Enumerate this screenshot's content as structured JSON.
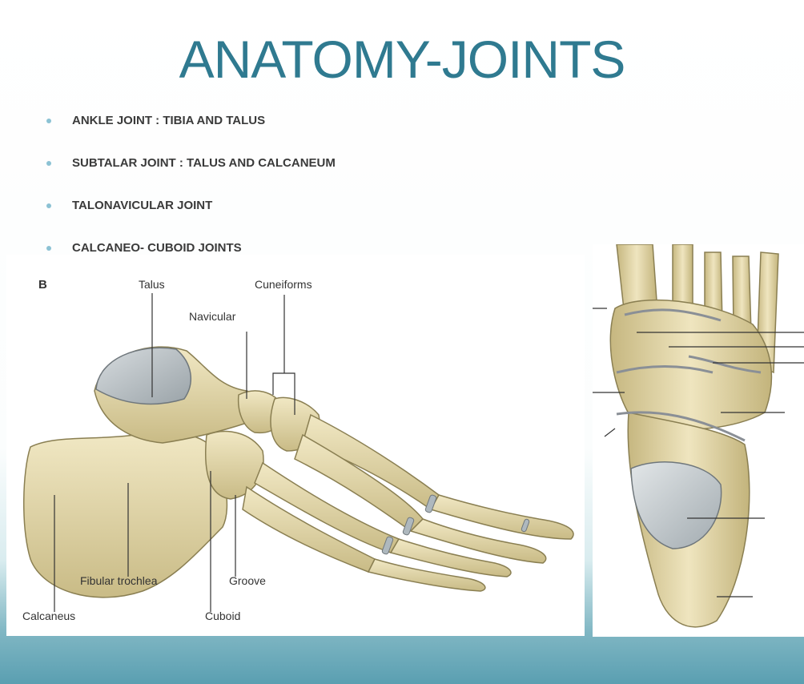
{
  "slide": {
    "title": "ANATOMY-JOINTS",
    "bullets": [
      "ANKLE JOINT : TIBIA AND TALUS",
      "SUBTALAR JOINT : TALUS AND CALCANEUM",
      "TALONAVICULAR JOINT",
      "CALCANEO- CUBOID JOINTS"
    ]
  },
  "figure_lateral": {
    "panel_letter": "B",
    "labels": {
      "talus": "Talus",
      "cuneiforms": "Cuneiforms",
      "navicular": "Navicular",
      "fibular_trochlea": "Fibular trochlea",
      "groove": "Groove",
      "calcaneus": "Calcaneus",
      "cuboid": "Cuboid"
    }
  },
  "colors": {
    "title": "#2f7a90",
    "bullet_dot": "#8cc2d4",
    "bone": "#e6dcb2",
    "bone_outline": "#8a7f52",
    "cartilage": "#b8bfc4"
  }
}
